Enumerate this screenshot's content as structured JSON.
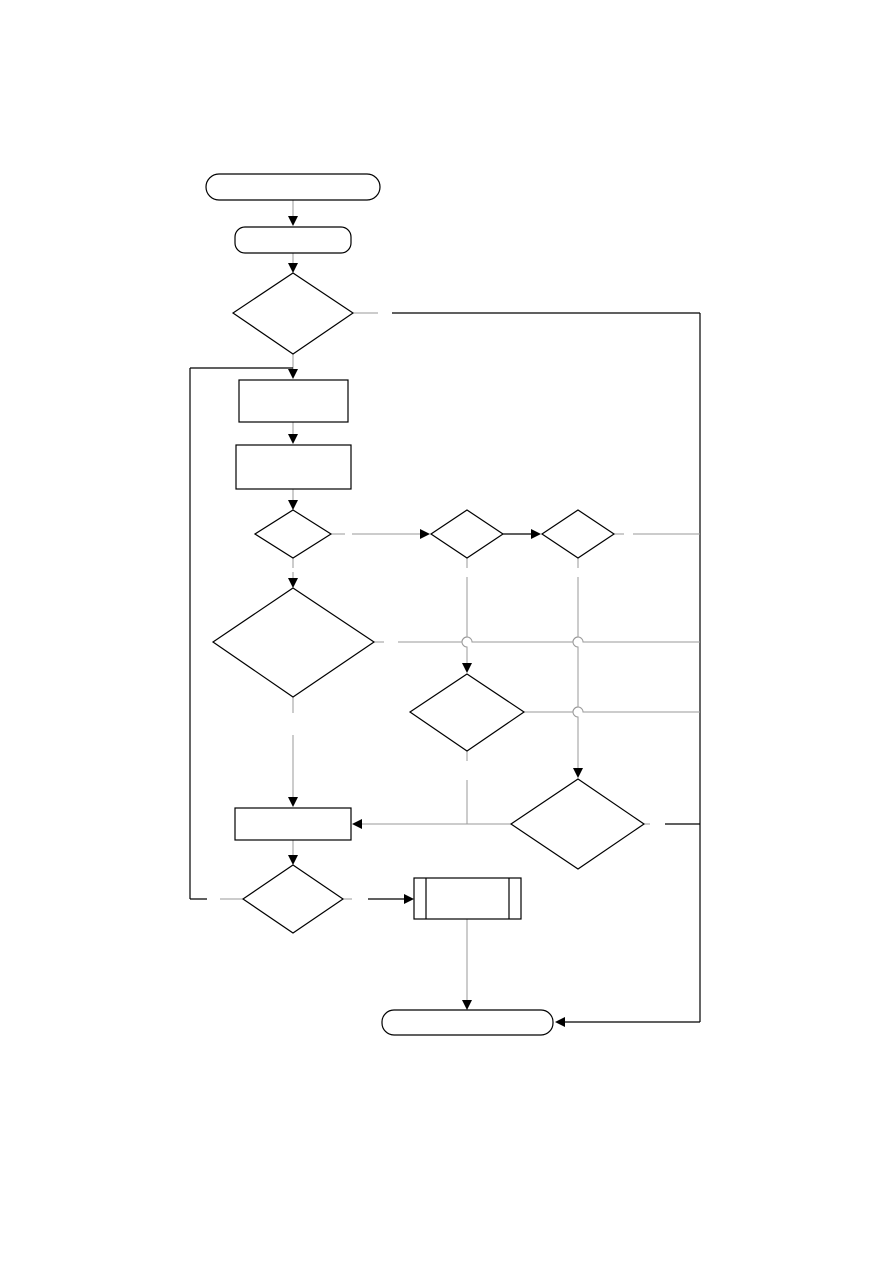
{
  "diagram": {
    "type": "flowchart",
    "nodes": [
      {
        "id": "start",
        "shape": "terminator",
        "label": ""
      },
      {
        "id": "step1",
        "shape": "terminator",
        "label": ""
      },
      {
        "id": "decision1",
        "shape": "diamond",
        "label": ""
      },
      {
        "id": "process1",
        "shape": "rectangle",
        "label": ""
      },
      {
        "id": "process2",
        "shape": "rectangle",
        "label": ""
      },
      {
        "id": "decision2",
        "shape": "diamond",
        "label": ""
      },
      {
        "id": "decision3",
        "shape": "diamond",
        "label": ""
      },
      {
        "id": "decision4",
        "shape": "diamond",
        "label": ""
      },
      {
        "id": "decision5",
        "shape": "diamond",
        "label": ""
      },
      {
        "id": "decision6",
        "shape": "diamond",
        "label": ""
      },
      {
        "id": "decision7",
        "shape": "diamond",
        "label": ""
      },
      {
        "id": "process3",
        "shape": "rectangle",
        "label": ""
      },
      {
        "id": "decision8",
        "shape": "diamond",
        "label": ""
      },
      {
        "id": "subprocess",
        "shape": "predefined-process",
        "label": ""
      },
      {
        "id": "end",
        "shape": "terminator",
        "label": ""
      }
    ],
    "edge_labels": {
      "decision1_branch": "",
      "decision2_branch": "",
      "decision4_branch": "",
      "decision5_branch": "",
      "decision7_branch": "",
      "decision8_yes": "",
      "decision8_loop": ""
    },
    "colors": {
      "stroke": "#000000",
      "connector_gray": "#9a9a9a",
      "background": "#ffffff"
    }
  }
}
